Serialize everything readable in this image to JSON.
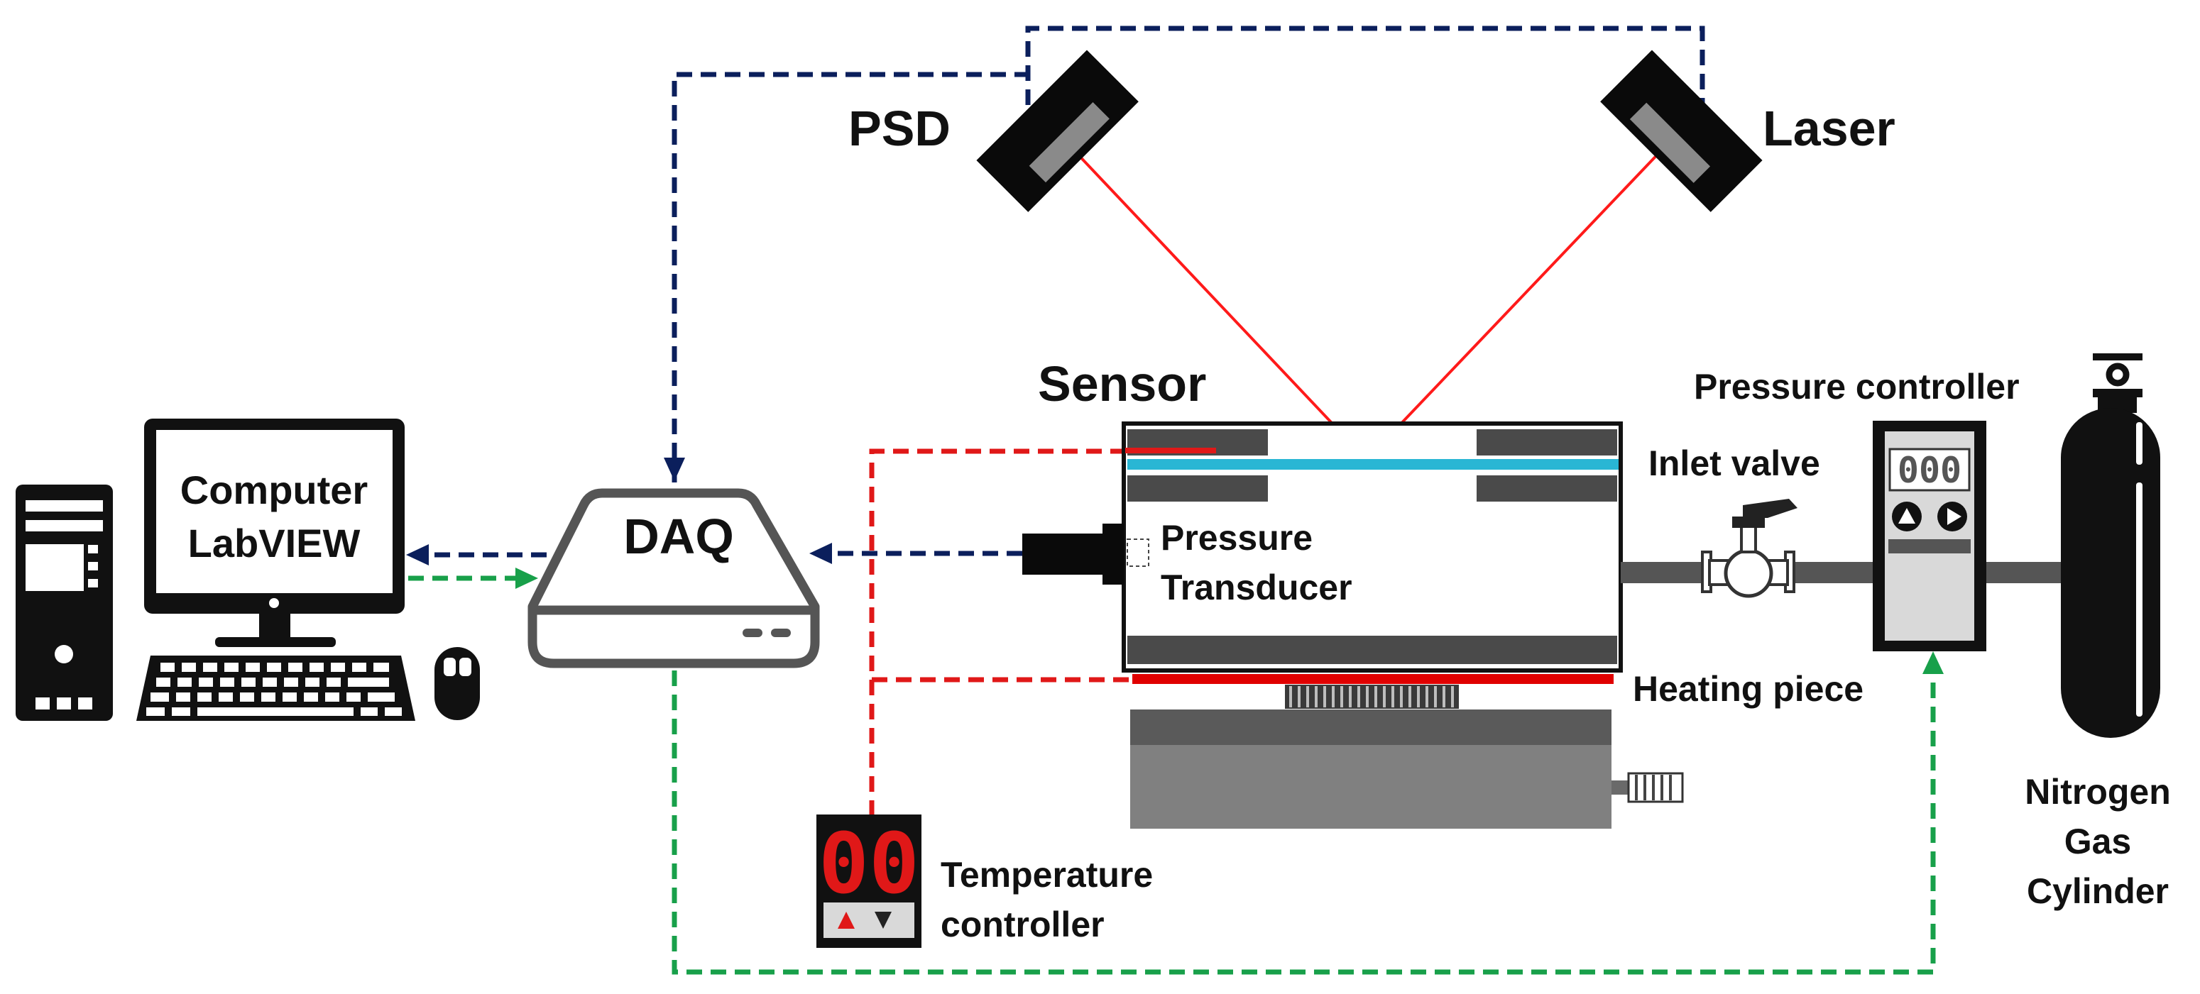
{
  "labels": {
    "psd": "PSD",
    "laser": "Laser",
    "sensor": "Sensor",
    "pressure_controller": "Pressure controller",
    "inlet_valve": "Inlet valve",
    "computer": "Computer",
    "labview": "LabVIEW",
    "daq": "DAQ",
    "pressure": "Pressure",
    "transducer": "Transducer",
    "heating_piece": "Heating piece",
    "temperature": "Temperature",
    "controller": "controller",
    "nitrogen": "Nitrogen",
    "gas": "Gas",
    "cylinder": "Cylinder"
  },
  "displays": {
    "temperature_value": "00",
    "pressure_value": "000"
  },
  "colors": {
    "optical_beam": "#ff1a1a",
    "daq_signal": "#0b1f5c",
    "control_signal": "#18a04a",
    "thermal_signal": "#e01818",
    "membrane": "#29b6d4",
    "heater": "#e00000"
  }
}
